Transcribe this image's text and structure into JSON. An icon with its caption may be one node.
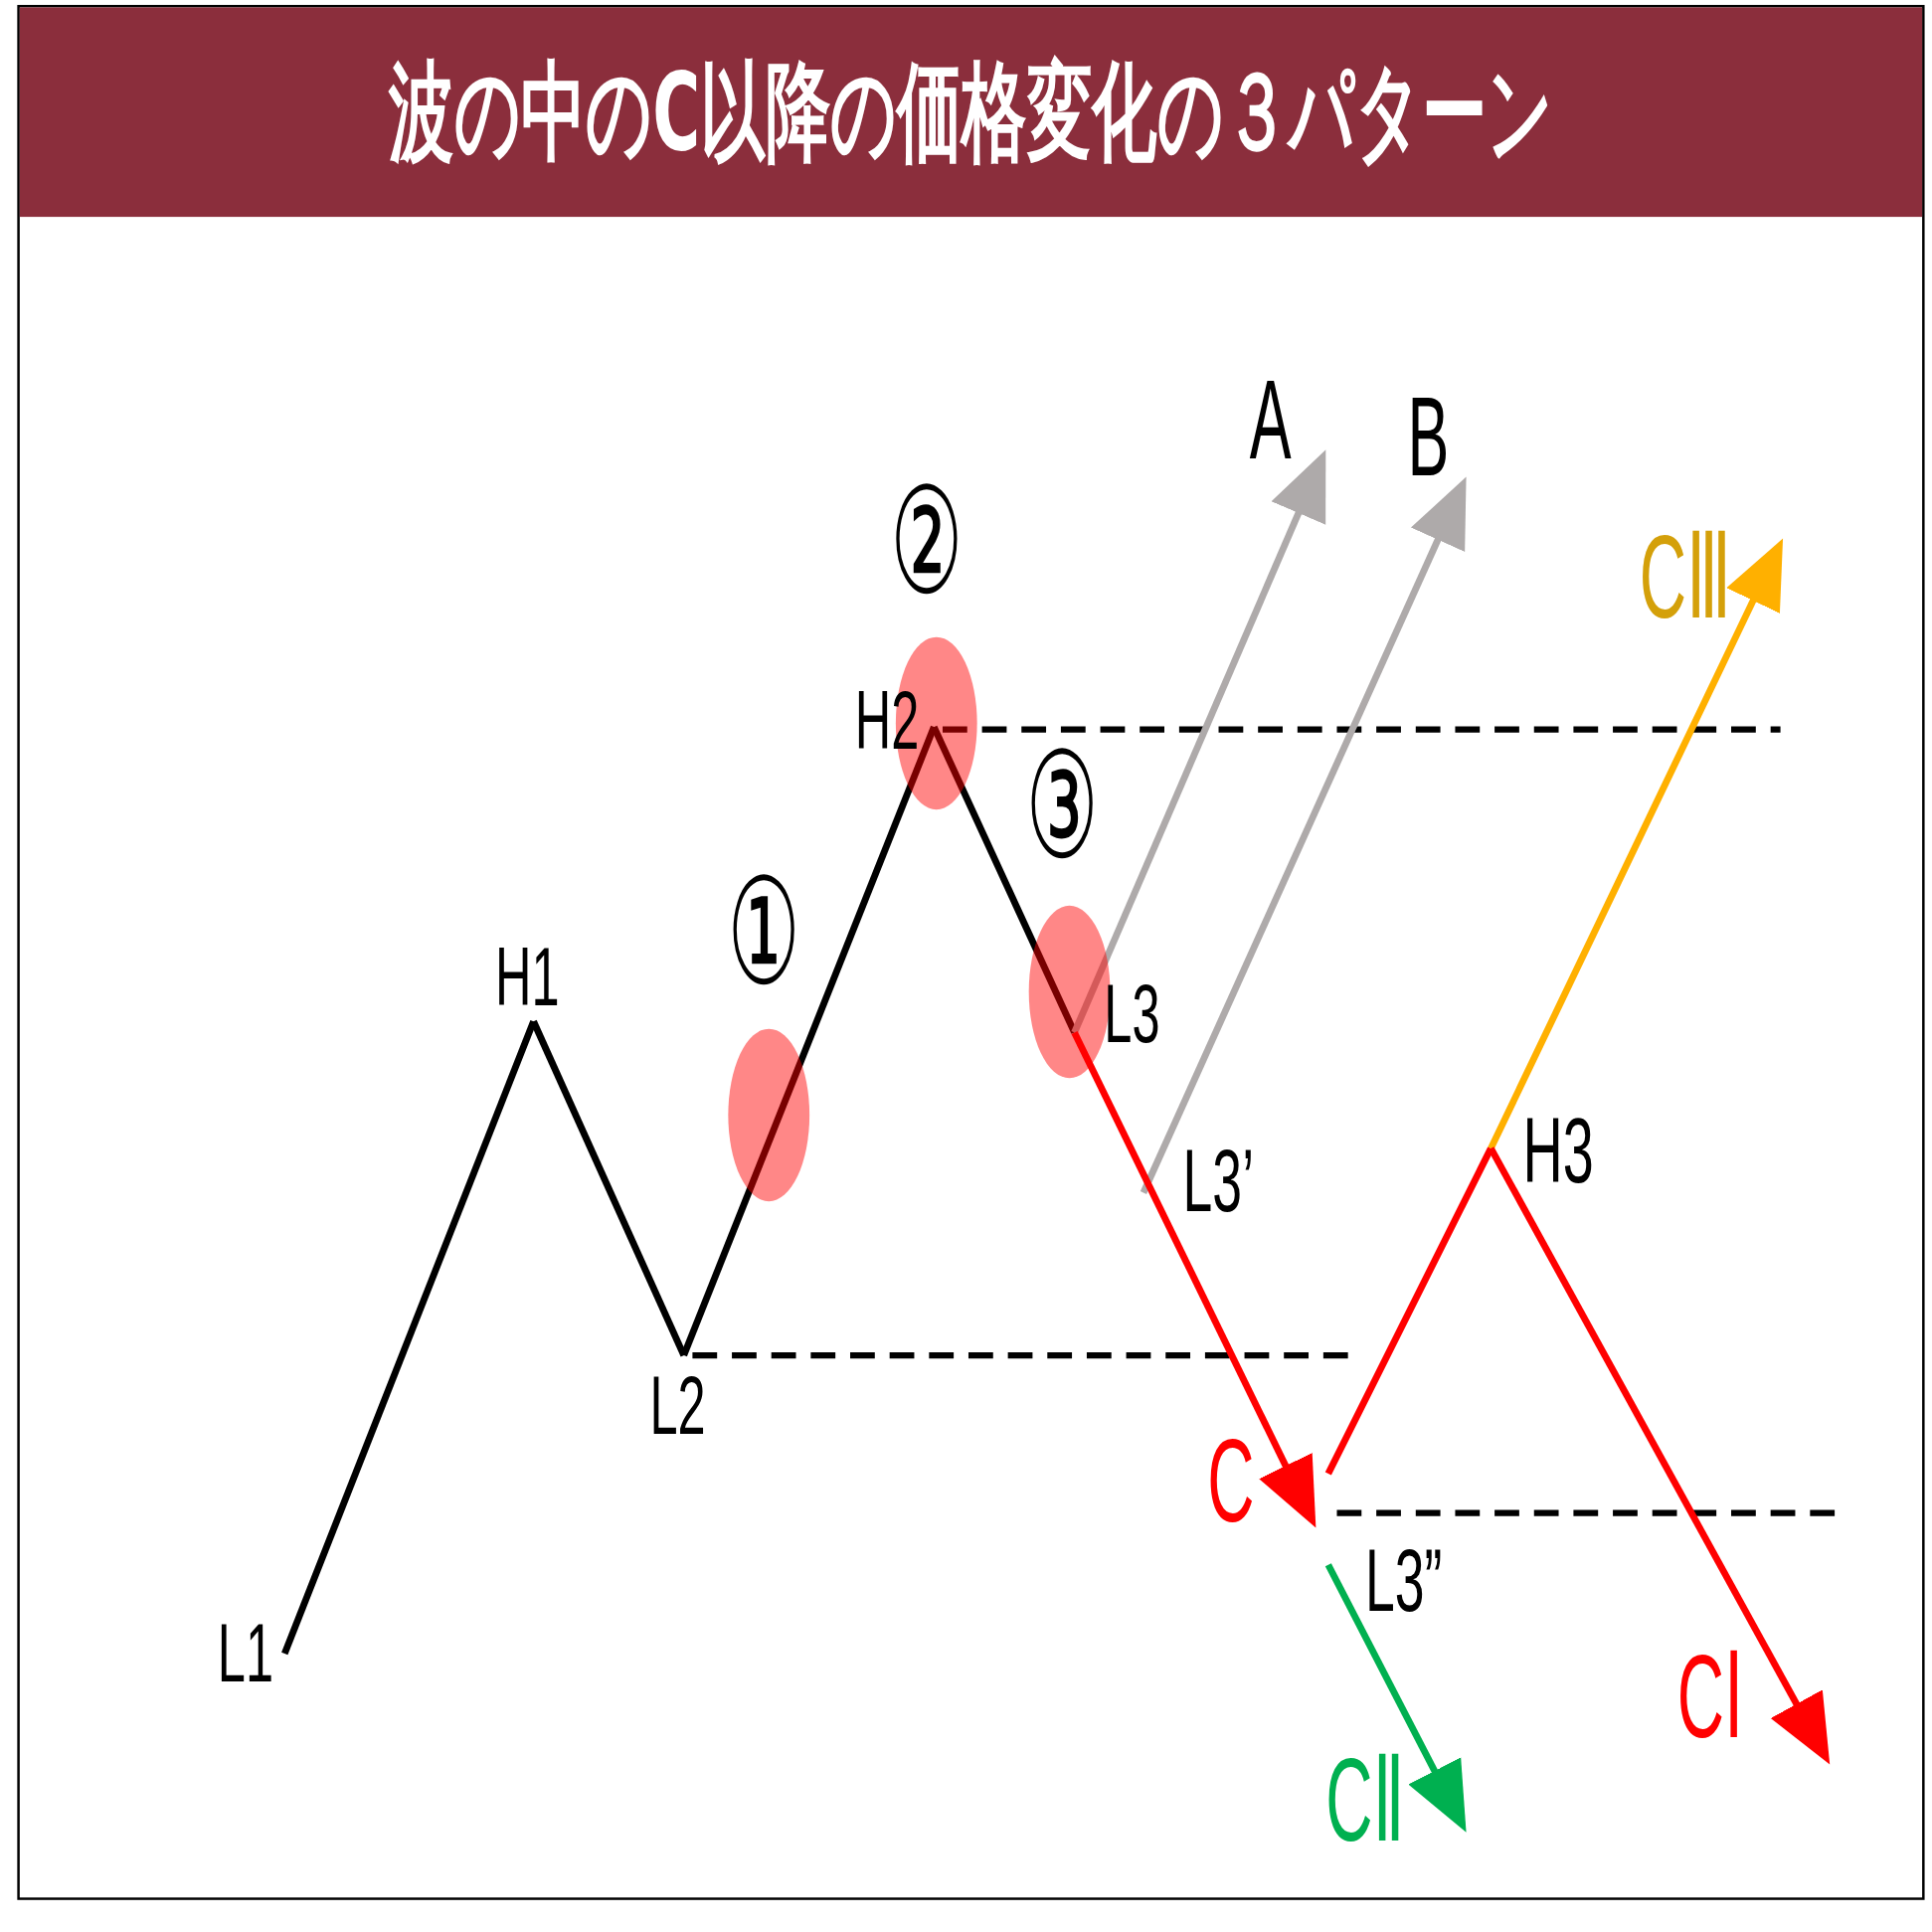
{
  "diagram": {
    "title": "波の中のC以降の価格変化の３パターン",
    "nodes": [
      {
        "text": [
          "L1"
        ]
      },
      {
        "text": [
          "H1"
        ]
      },
      {
        "text": [
          "L2"
        ]
      },
      {
        "text": [
          "H2"
        ]
      },
      {
        "text": [
          "L3"
        ]
      },
      {
        "text": [
          "A"
        ]
      },
      {
        "text": [
          "L3’"
        ]
      },
      {
        "text": [
          "B"
        ]
      },
      {
        "text": [
          "C"
        ]
      },
      {
        "text": [
          "H3"
        ]
      },
      {
        "text": [
          "CⅢ"
        ]
      },
      {
        "text": [
          "CⅠ"
        ]
      },
      {
        "text": [
          "L3”"
        ]
      },
      {
        "text": [
          "CⅡ"
        ]
      }
    ],
    "edges": [
      {
        "from": 0,
        "to": 1,
        "arrow": "none"
      },
      {
        "from": 1,
        "to": 2,
        "arrow": "none"
      },
      {
        "from": 2,
        "to": 3,
        "arrow": "none"
      },
      {
        "from": 3,
        "to": 4,
        "arrow": "none"
      },
      {
        "from": 4,
        "to": 5,
        "arrow": "to",
        "color": "#aeaaaa"
      },
      {
        "from": 6,
        "to": 7,
        "arrow": "to",
        "color": "#aeaaaa"
      },
      {
        "from": 4,
        "to": 8,
        "arrow": "to",
        "color": "#ff0000"
      },
      {
        "from": 8,
        "to": 9,
        "arrow": "none",
        "color": "#ff0000"
      },
      {
        "from": 9,
        "to": 10,
        "arrow": "to",
        "color": "#ffb000"
      },
      {
        "from": 9,
        "to": 11,
        "arrow": "to",
        "color": "#ff0000"
      },
      {
        "from": 12,
        "to": 13,
        "arrow": "to",
        "color": "#00b050"
      }
    ],
    "labels": [
      "②",
      "③",
      "①"
    ]
  }
}
